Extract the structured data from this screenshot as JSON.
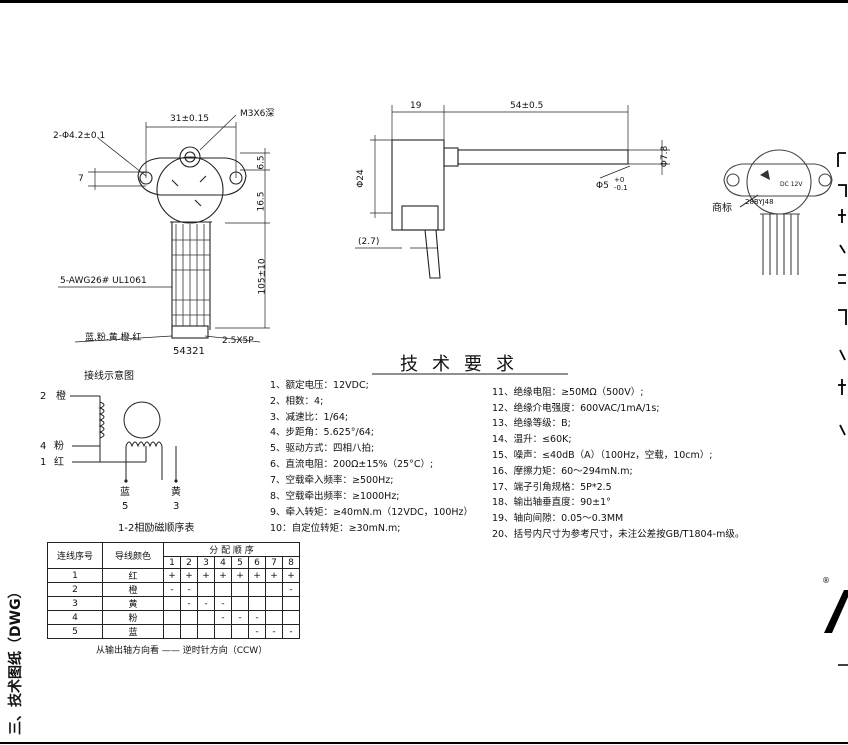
{
  "drawing": {
    "front_view": {
      "dim_width": "31±0.15",
      "dim_screw": "M3X6深",
      "dim_holes": "2-Φ4.2±0.1",
      "dim_7": "7",
      "dim_6_5": "6.5",
      "dim_16_5": "16.5",
      "dim_wire_len": "105±10",
      "wire_spec": "5-AWG26# UL1061",
      "connector": "2.5X5P",
      "wire_colors": "蓝.粉.黄.橙.红",
      "pin_numbers": "54321"
    },
    "side_view": {
      "dim_19": "19",
      "dim_shaft_len": "54±0.5",
      "dim_body_dia": "Φ24",
      "dim_flat": "Φ7.8",
      "dim_shaft_dia": "Φ5",
      "dim_shaft_tol_upper": "+0",
      "dim_shaft_tol_lower": "-0.1",
      "dim_2_7": "(2.7)"
    },
    "photo_view": {
      "label_trademark": "商标",
      "motor_text": [
        "28BYJ48",
        "DC 12V"
      ]
    }
  },
  "wiring": {
    "title": "接线示意图",
    "pins": [
      {
        "num": "2",
        "color": "橙"
      },
      {
        "num": "4",
        "color": "粉"
      },
      {
        "num": "1",
        "color": "红"
      },
      {
        "num": "5",
        "color": "蓝"
      },
      {
        "num": "3",
        "color": "黄"
      }
    ]
  },
  "requirements": {
    "title": "技术要求",
    "left": [
      "1、额定电压：12VDC;",
      "2、相数：4;",
      "3、减速比：1/64;",
      "4、步距角：5.625°/64;",
      "5、驱动方式：四相八拍;",
      "6、直流电阻：200Ω±15%（25°C）;",
      "7、空载牵入频率：≥500Hz;",
      "8、空载牵出频率：≥1000Hz;",
      "9、牵入转矩：≥40mN.m（12VDC，100Hz）",
      "10：自定位转矩：≥30mN.m;"
    ],
    "right": [
      "11、绝缘电阻：≥50MΩ（500V）;",
      "12、绝缘介电强度：600VAC/1mA/1s;",
      "13、绝缘等级：B;",
      "14、温升：≤60K;",
      "15、噪声：≤40dB（A）（100Hz，空载，10cm）;",
      "16、摩擦力矩：60～294mN.m;",
      "17、端子引角规格：5P*2.5",
      "18、输出轴垂直度：90±1°",
      "19、轴向间隙：0.05～0.3MM",
      "20、括号内尺寸为参考尺寸，未注公差按GB/T1804-m级。"
    ]
  },
  "sequence_table": {
    "title": "1-2相励磁顺序表",
    "col_seq": "连线序号",
    "col_color": "导线颜色",
    "col_order": "分 配 顺 序",
    "steps": [
      "1",
      "2",
      "3",
      "4",
      "5",
      "6",
      "7",
      "8"
    ],
    "rows": [
      {
        "seq": "1",
        "color": "红",
        "cells": [
          "+",
          "+",
          "+",
          "+",
          "+",
          "+",
          "+",
          "+"
        ]
      },
      {
        "seq": "2",
        "color": "橙",
        "cells": [
          "-",
          "-",
          "",
          "",
          "",
          "",
          "",
          "-"
        ]
      },
      {
        "seq": "3",
        "color": "黄",
        "cells": [
          "",
          "-",
          "-",
          "-",
          "",
          "",
          "",
          ""
        ]
      },
      {
        "seq": "4",
        "color": "粉",
        "cells": [
          "",
          "",
          "",
          "-",
          "-",
          "-",
          "",
          ""
        ]
      },
      {
        "seq": "5",
        "color": "蓝",
        "cells": [
          "",
          "",
          "",
          "",
          "",
          "-",
          "-",
          "-"
        ]
      }
    ],
    "footer": "从输出轴方向看 —— 逆时针方向（CCW）"
  },
  "section_label": "三、技术图纸（DWG）",
  "registered_mark": "®"
}
